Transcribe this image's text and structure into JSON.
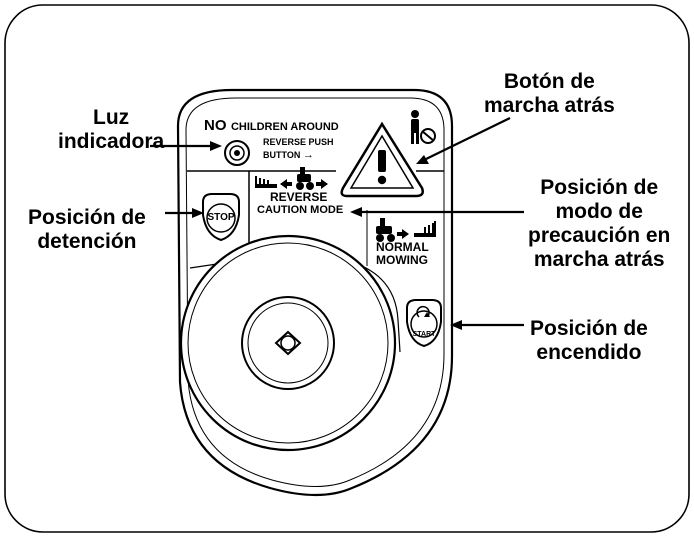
{
  "callouts": {
    "indicator_light": [
      "Luz",
      "indicadora"
    ],
    "reverse_button": [
      "Botón de",
      "marcha atrás"
    ],
    "stop_position": [
      "Posición de",
      "detención"
    ],
    "reverse_caution_mode": [
      "Posición de",
      "modo de",
      "precaución en",
      "marcha atrás"
    ],
    "start_position": [
      "Posición de",
      "encendido"
    ]
  },
  "panel": {
    "no_children_big": "NO",
    "no_children_rest": "CHILDREN AROUND",
    "reverse_push": "REVERSE PUSH",
    "button_word": "BUTTON",
    "reverse": "REVERSE",
    "caution_mode": "CAUTION MODE",
    "normal": "NORMAL",
    "mowing": "MOWING",
    "stop": "STOP",
    "start": "START",
    "warning_glyph": "!"
  },
  "icons": [
    "indicator-light-icon",
    "warning-triangle-icon",
    "child-person-icon",
    "mower-reverse-icon",
    "mower-forward-icon",
    "stop-key-icon",
    "start-key-icon",
    "key-slot-icon"
  ],
  "colors": {
    "line": "#000000",
    "background": "#ffffff",
    "panel_fill": "#f4f4f4"
  }
}
